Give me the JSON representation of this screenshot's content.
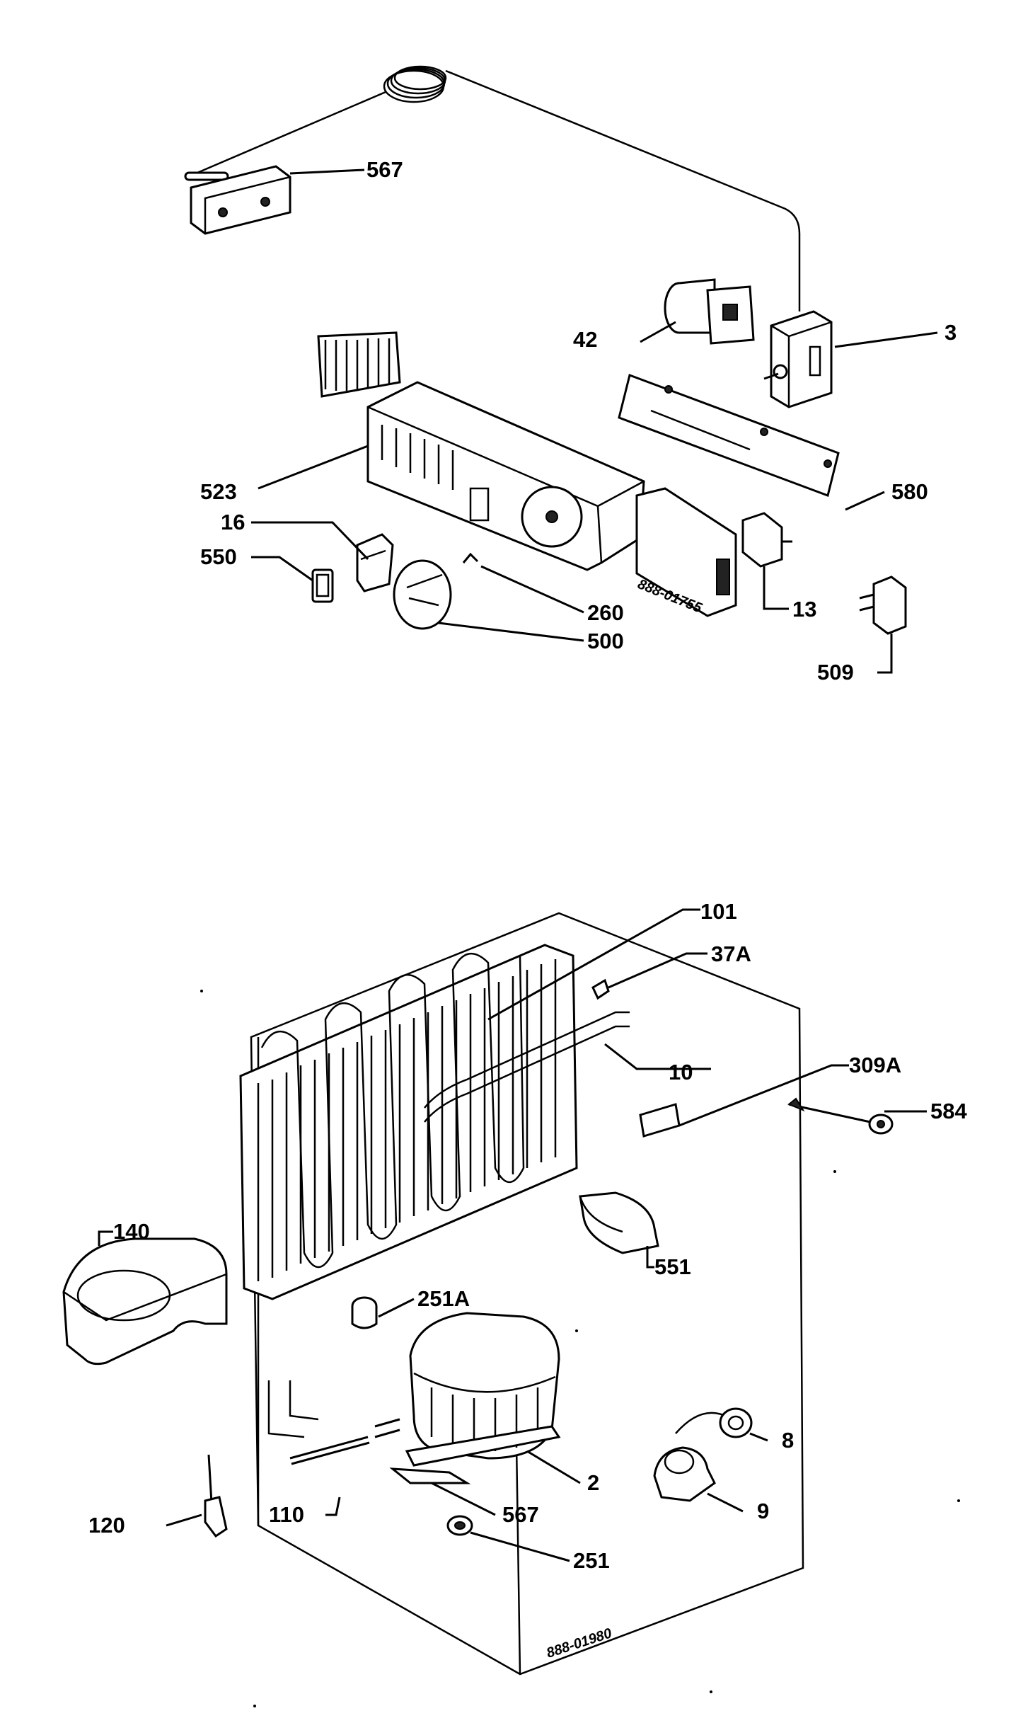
{
  "top_assembly": {
    "code": "888-01755",
    "labels": {
      "p567": "567",
      "p42": "42",
      "p3": "3",
      "p523": "523",
      "p580": "580",
      "p16": "16",
      "p550": "550",
      "p260": "260",
      "p500": "500",
      "p13": "13",
      "p509": "509"
    }
  },
  "bottom_assembly": {
    "code": "888-01980",
    "labels": {
      "p101": "101",
      "p37A": "37A",
      "p10": "10",
      "p309A": "309A",
      "p584": "584",
      "p140": "140",
      "p551": "551",
      "p251A": "251A",
      "p8": "8",
      "p2": "2",
      "p9": "9",
      "p110": "110",
      "p120": "120",
      "p567": "567",
      "p251": "251"
    }
  }
}
